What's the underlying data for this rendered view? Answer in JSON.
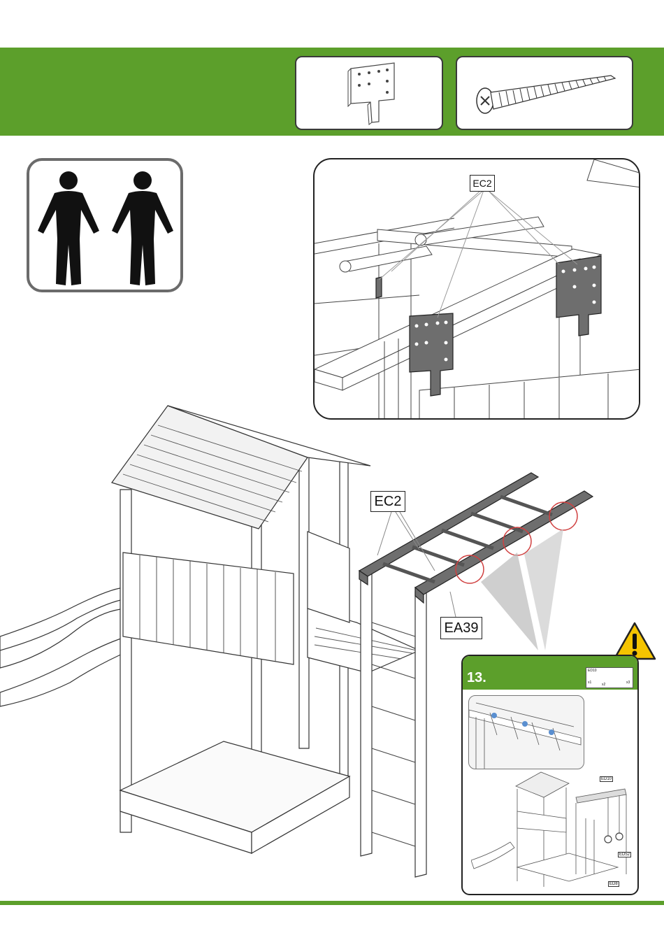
{
  "labels": {
    "detail_callout": "EC2",
    "main_ec2": "EC2",
    "main_ea39": "EA39"
  },
  "step": {
    "number": "13.",
    "parts_code_top": "ED10",
    "parts_qty_1": "x1",
    "parts_qty_2": "x2",
    "parts_qty_3": "x3",
    "label_ed10": "ED10",
    "label_ed52": "ED52",
    "label_ed8": "ED8"
  },
  "colors": {
    "brand_green": "#5c9f2b",
    "bracket_gray": "#6e6e6e",
    "warning_yellow": "#f5c400"
  },
  "icons": [
    "two-persons-icon",
    "corner-bracket-icon",
    "screw-icon",
    "warning-icon"
  ]
}
